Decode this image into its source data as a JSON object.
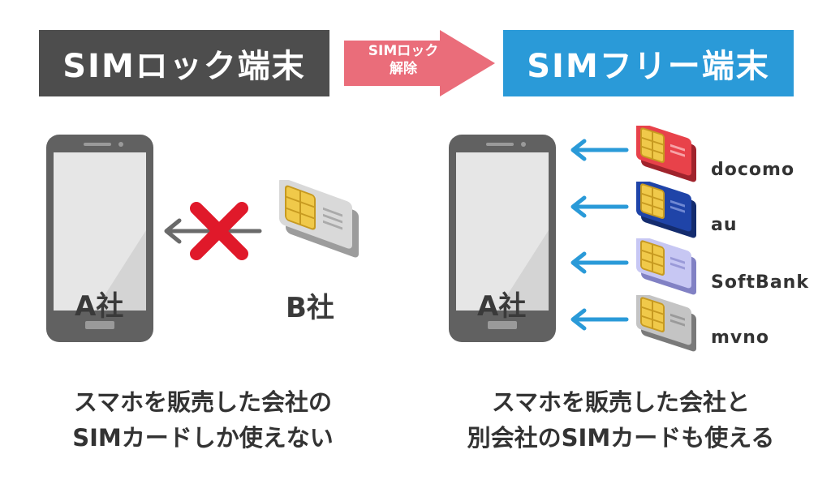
{
  "header": {
    "locked_title": "SIMロック端末",
    "unlock_label_line1": "SIMロック",
    "unlock_label_line2": "解除",
    "free_title": "SIMフリー端末"
  },
  "left": {
    "phone_label": "A社",
    "sim_label": "B社",
    "caption_line1": "スマホを販売した会社の",
    "caption_line2": "SIMカードしか使えない"
  },
  "right": {
    "phone_label": "A社",
    "carriers": [
      {
        "name": "docomo",
        "color": "#e8424a"
      },
      {
        "name": "au",
        "color": "#1f44a8"
      },
      {
        "name": "SoftBank",
        "color": "#b8b8ee"
      },
      {
        "name": "mvno",
        "color": "#b0b0b0"
      }
    ],
    "caption_line1": "スマホを販売した会社と",
    "caption_line2": "別会社のSIMカードも使える"
  },
  "colors": {
    "locked": "#4d4d4d",
    "free": "#2a9ad8",
    "unlock_arrow": "#ea6d7a",
    "blue_arrow": "#2a9ad8",
    "cross": "#e0192a"
  }
}
